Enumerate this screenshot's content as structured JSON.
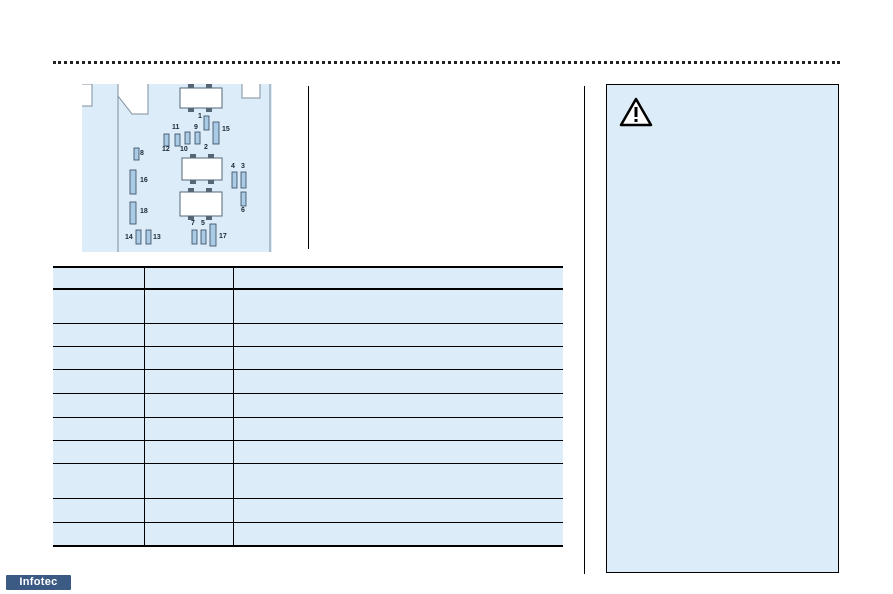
{
  "fuse_diagram": {
    "labels": [
      "1",
      "2",
      "3",
      "4",
      "5",
      "6",
      "7",
      "8",
      "9",
      "10",
      "11",
      "12",
      "13",
      "14",
      "15",
      "16",
      "17",
      "18"
    ]
  },
  "fuse_table": {
    "rows": 10
  },
  "footer": {
    "logo_text": "Infotec"
  },
  "colors": {
    "panel_fill": "#dcecf8",
    "fuse_fill": "#a9cbe6",
    "logo_bg": "#3b5b85"
  }
}
